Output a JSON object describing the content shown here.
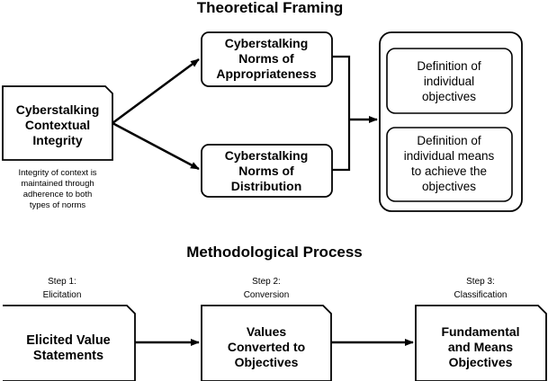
{
  "theoretical": {
    "title": "Theoretical Framing",
    "contextual_integrity": [
      "Cyberstalking",
      "Contextual",
      "Integrity"
    ],
    "integrity_note": [
      "Integrity of context is",
      "maintained through",
      "adherence to both",
      "types of norms"
    ],
    "norms_appropriateness": [
      "Cyberstalking",
      "Norms of",
      "Appropriateness"
    ],
    "norms_distribution": [
      "Cyberstalking",
      "Norms of",
      "Distribution"
    ],
    "objectives_definition": [
      "Definition of",
      "individual",
      "objectives"
    ],
    "means_definition": [
      "Definition of",
      "individual means",
      "to achieve the",
      "objectives"
    ]
  },
  "methodological": {
    "title": "Methodological Process",
    "steps": [
      {
        "step": "Step 1:",
        "name": "Elicitation",
        "box": [
          "Elicited Value",
          "Statements"
        ]
      },
      {
        "step": "Step 2:",
        "name": "Conversion",
        "box": [
          "Values",
          "Converted to",
          "Objectives"
        ]
      },
      {
        "step": "Step 3:",
        "name": "Classification",
        "box": [
          "Fundamental",
          "and Means",
          "Objectives"
        ]
      }
    ]
  }
}
